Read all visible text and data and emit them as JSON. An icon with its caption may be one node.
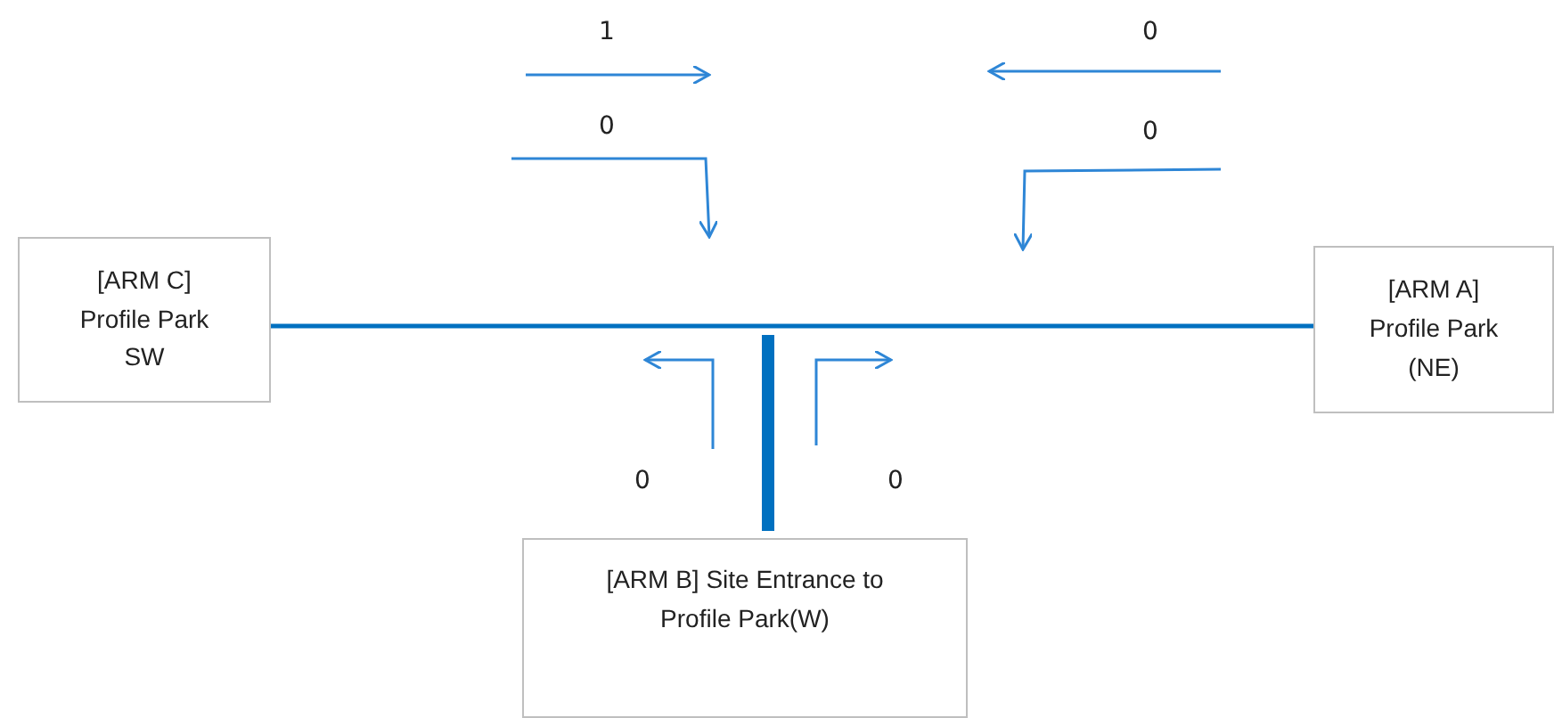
{
  "diagram": {
    "nodes": [
      {
        "text": [
          "[ARM C] Profile Park SW"
        ]
      },
      {
        "text": [
          "[ARM A] Profile Park (NE)"
        ]
      },
      {
        "text": [
          "[ARM B] Site Entrance to Profile Park(W)"
        ]
      }
    ],
    "edges": [
      {
        "from": 0,
        "to": 1,
        "arrow": "none"
      },
      {
        "from": 2,
        "to": null,
        "arrow": "none",
        "style": "thick"
      }
    ],
    "labels": [
      "1",
      "0",
      "0",
      "0",
      "0",
      "0"
    ]
  }
}
